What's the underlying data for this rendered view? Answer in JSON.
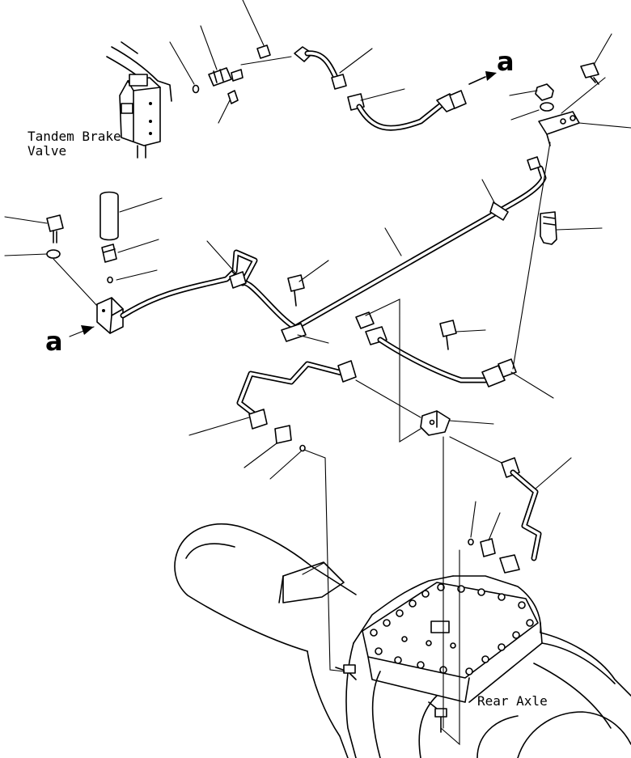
{
  "labels": {
    "tandem_line1": "Tandem Brake",
    "tandem_line2": "Valve",
    "rear_axle": "Rear Axle",
    "ref_a_top": "a",
    "ref_a_left": "a"
  }
}
